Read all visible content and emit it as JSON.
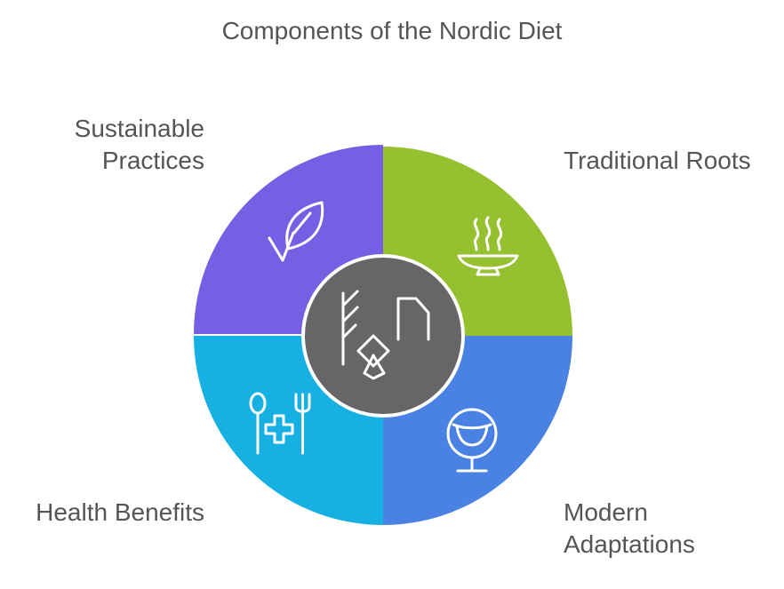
{
  "title": "Components of the Nordic Diet",
  "segments": [
    {
      "id": "sustainable",
      "label": "Sustainable\nPractices",
      "color": "#7560E3",
      "icon": "leaf-icon"
    },
    {
      "id": "traditional",
      "label": "Traditional Roots",
      "color": "#95C030",
      "icon": "steaming-bowl-icon"
    },
    {
      "id": "health",
      "label": "Health Benefits",
      "color": "#16B1E2",
      "icon": "spoon-cross-fork-icon"
    },
    {
      "id": "modern",
      "label": "Modern\nAdaptations",
      "color": "#4A82E3",
      "icon": "egg-chair-icon"
    }
  ],
  "center": {
    "color": "#666666",
    "icon": "nordic-runes-icon"
  }
}
